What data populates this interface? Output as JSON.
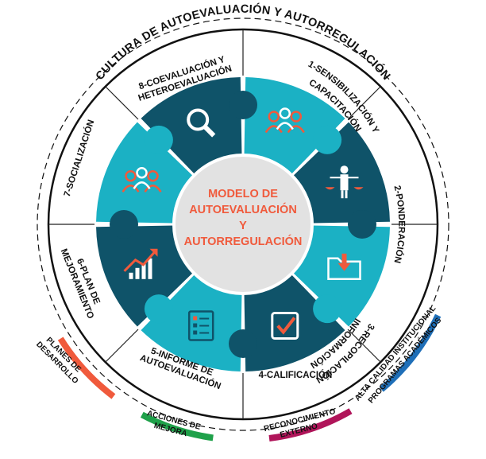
{
  "outer_ring_title": "CULTURA DE AUTOEVALUACIÓN Y AUTORREGULACIÓN",
  "center": {
    "line1": "MODELO DE",
    "line2": "AUTOEVALUACIÓN",
    "line3": "Y",
    "line4": "AUTORREGULACIÓN"
  },
  "steps": [
    {
      "line1": "1-SENSIBILIZACIÓN Y",
      "line2": "CAPACITACIÓN",
      "icon": "people-group-icon"
    },
    {
      "line1": "2-PONDERACIÓN",
      "line2": "",
      "icon": "scale-person-icon"
    },
    {
      "line1": "3-RECOPILACIÓN",
      "line2": "INFORMACIÓN",
      "icon": "folder-download-icon"
    },
    {
      "line1": "4-CALIFICACIÓN",
      "line2": "",
      "icon": "checkbox-icon"
    },
    {
      "line1": "5-INFORME DE",
      "line2": "AUTOEVALUACIÓN",
      "icon": "checklist-icon"
    },
    {
      "line1": "6-PLAN DE",
      "line2": "MEJORAMIENTO",
      "icon": "growth-chart-icon"
    },
    {
      "line1": "7-SOCIALIZACIÓN",
      "line2": "",
      "icon": "team-icon"
    },
    {
      "line1": "8-COEVALUACIÓN Y",
      "line2": "HETEROEVALUACIÓN",
      "icon": "magnifier-icon"
    }
  ],
  "outcomes": [
    {
      "line1": "PLANES DE",
      "line2": "DESARROLLO",
      "color": "#f05a3c"
    },
    {
      "line1": "ACCIONES DE",
      "line2": "MEJORA",
      "color": "#1fa14a"
    },
    {
      "line1": "RECONOCIMIENTO",
      "line2": "EXTERNO",
      "color": "#b0155a"
    },
    {
      "line1": "ALTA CALIDAD INSTITUCIONAL",
      "line2": "PROGRAMAS ACADÉMICOS",
      "color": "#1f6fb8"
    }
  ],
  "colors": {
    "teal": "#1bb1c4",
    "dark_teal": "#0f5369",
    "accent": "#f05a3c",
    "center_fill": "#e2e2e2"
  }
}
